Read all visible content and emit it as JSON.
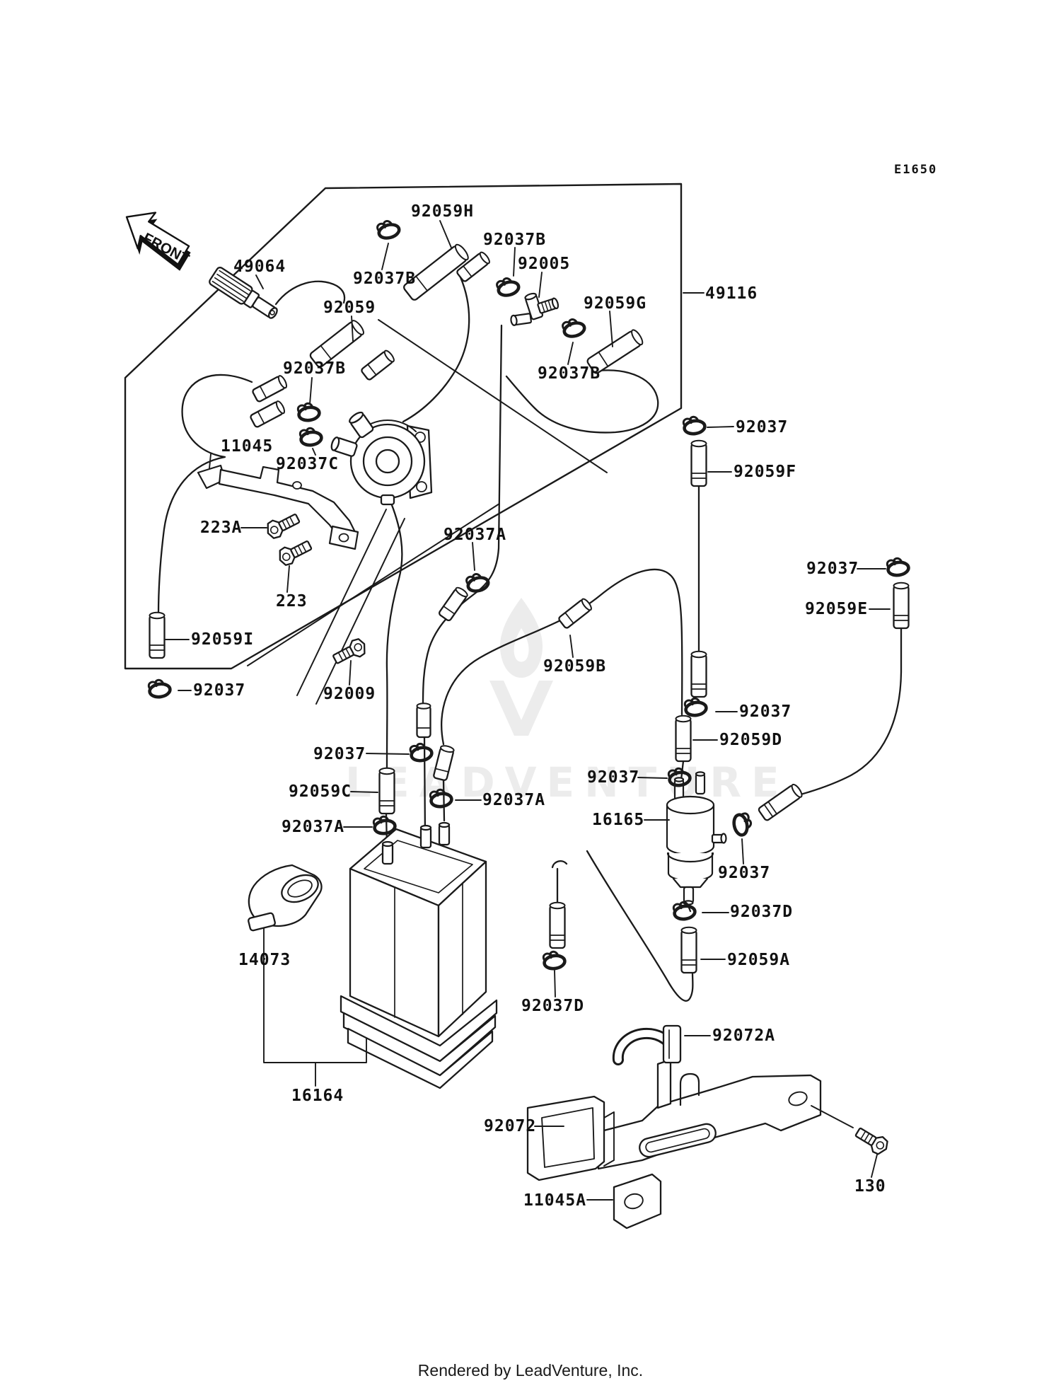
{
  "page": {
    "diagram_code": "E1650",
    "footer_text": "Rendered by LeadVenture, Inc.",
    "front_arrow_label": "FRONT",
    "watermark_text": "LEADVENTURE",
    "colors": {
      "line": "#1a1a1a",
      "watermark": "#ececec",
      "background": "#ffffff"
    }
  },
  "parts": [
    {
      "number": "49064"
    },
    {
      "number": "92059H"
    },
    {
      "number": "92037B"
    },
    {
      "number": "92037B"
    },
    {
      "number": "92005"
    },
    {
      "number": "92059"
    },
    {
      "number": "92059G"
    },
    {
      "number": "49116"
    },
    {
      "number": "92037B"
    },
    {
      "number": "92037B"
    },
    {
      "number": "11045"
    },
    {
      "number": "92037C"
    },
    {
      "number": "223A"
    },
    {
      "number": "223"
    },
    {
      "number": "92037"
    },
    {
      "number": "92059F"
    },
    {
      "number": "92059I"
    },
    {
      "number": "92037"
    },
    {
      "number": "92009"
    },
    {
      "number": "92037A"
    },
    {
      "number": "92037"
    },
    {
      "number": "92059E"
    },
    {
      "number": "92059B"
    },
    {
      "number": "92037"
    },
    {
      "number": "92037"
    },
    {
      "number": "92059D"
    },
    {
      "number": "92037"
    },
    {
      "number": "92059C"
    },
    {
      "number": "92037A"
    },
    {
      "number": "92037A"
    },
    {
      "number": "16165"
    },
    {
      "number": "92037"
    },
    {
      "number": "92037D"
    },
    {
      "number": "92059A"
    },
    {
      "number": "92037D"
    },
    {
      "number": "14073"
    },
    {
      "number": "92072A"
    },
    {
      "number": "16164"
    },
    {
      "number": "92072"
    },
    {
      "number": "11045A"
    },
    {
      "number": "130"
    }
  ]
}
